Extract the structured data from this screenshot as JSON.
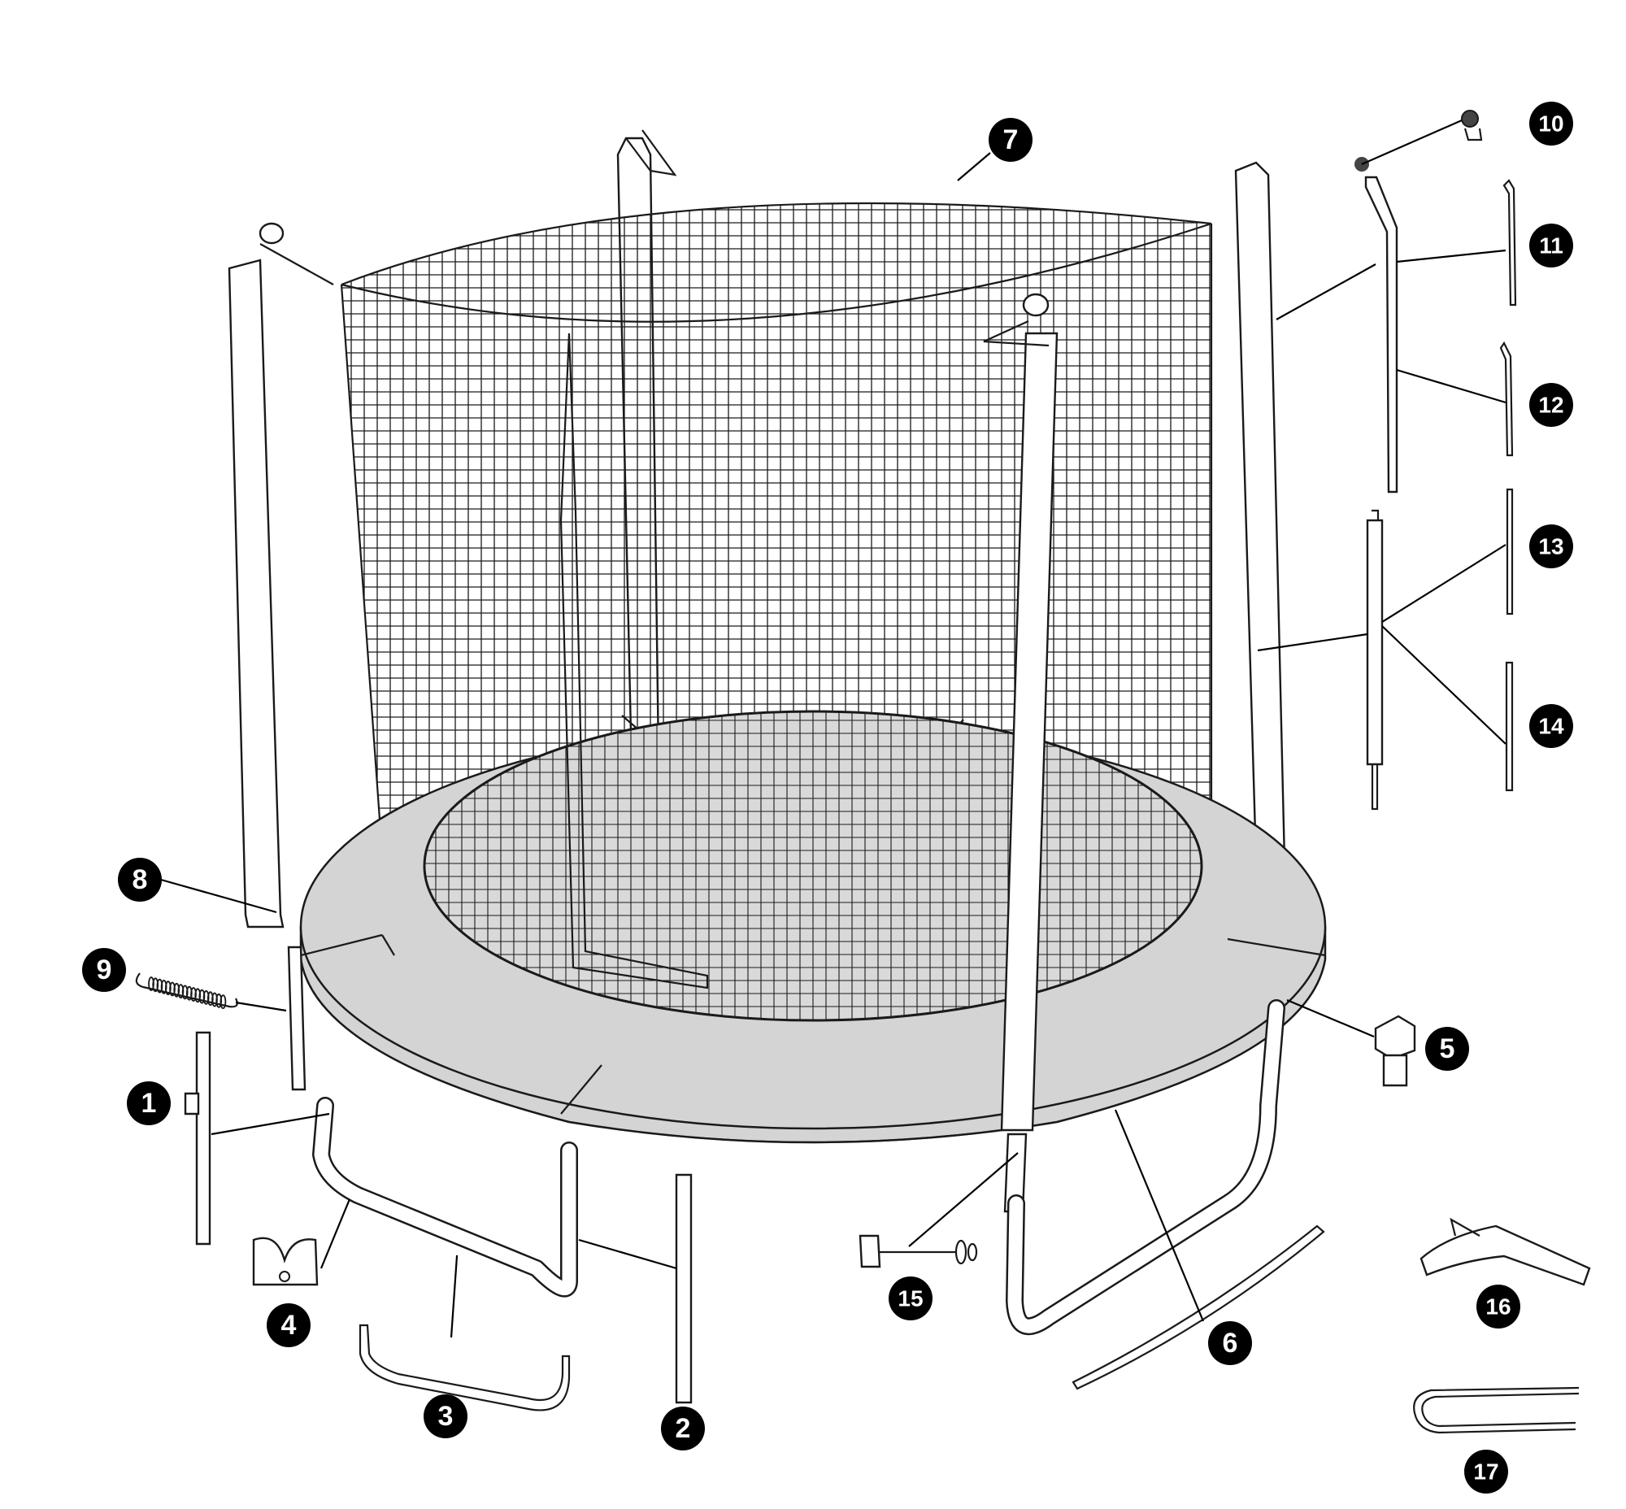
{
  "diagram": {
    "callouts": [
      {
        "id": "c1",
        "label": "1"
      },
      {
        "id": "c2",
        "label": "2"
      },
      {
        "id": "c3",
        "label": "3"
      },
      {
        "id": "c4",
        "label": "4"
      },
      {
        "id": "c5",
        "label": "5"
      },
      {
        "id": "c6",
        "label": "6"
      },
      {
        "id": "c7",
        "label": "7"
      },
      {
        "id": "c8",
        "label": "8"
      },
      {
        "id": "c9",
        "label": "9"
      },
      {
        "id": "c10",
        "label": "10"
      },
      {
        "id": "c11",
        "label": "11"
      },
      {
        "id": "c12",
        "label": "12"
      },
      {
        "id": "c13",
        "label": "13"
      },
      {
        "id": "c14",
        "label": "14"
      },
      {
        "id": "c15",
        "label": "15"
      },
      {
        "id": "c16",
        "label": "16"
      },
      {
        "id": "c17",
        "label": "17"
      }
    ],
    "colors": {
      "badge": "#000000",
      "badge_text": "#ffffff",
      "pad": "#d4d4d4",
      "line": "#1a1a1a",
      "net": "#1a1a1a",
      "background": "#ffffff"
    }
  }
}
